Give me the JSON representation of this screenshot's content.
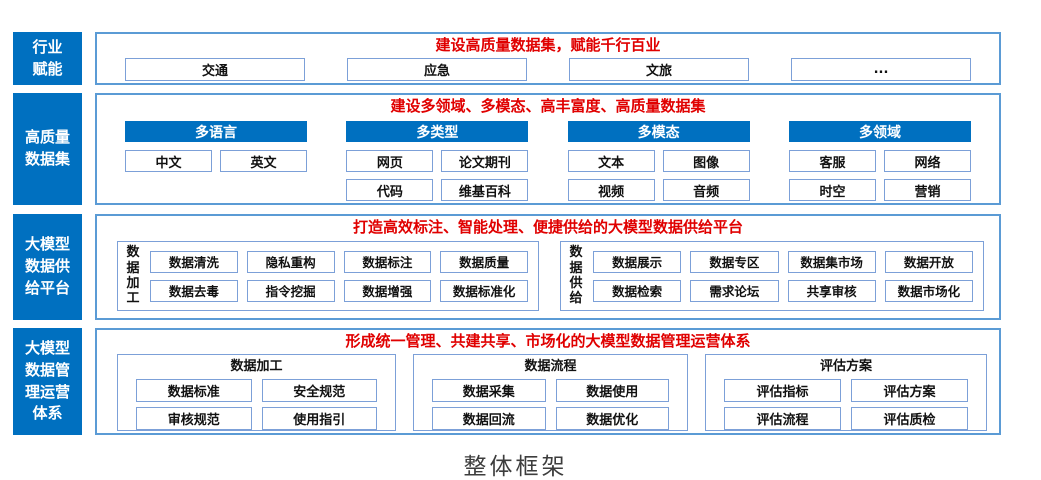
{
  "caption": "整体框架",
  "colors": {
    "blue_fill": "#0070C0",
    "panel_border": "#5B9BD5",
    "item_border": "#7CA0D8",
    "title_red": "#E00000"
  },
  "rows": [
    {
      "label": "行业\n赋能",
      "title": "建设高质量数据集，赋能千行百业",
      "items": [
        "交通",
        "应急",
        "文旅",
        "..."
      ]
    },
    {
      "label": "高质量\n数据集",
      "title": "建设多领域、多模态、高丰富度、高质量数据集",
      "columns": [
        {
          "header": "多语言",
          "items": [
            "中文",
            "英文"
          ]
        },
        {
          "header": "多类型",
          "items": [
            "网页",
            "论文期刊",
            "代码",
            "维基百科"
          ]
        },
        {
          "header": "多模态",
          "items": [
            "文本",
            "图像",
            "视频",
            "音频"
          ]
        },
        {
          "header": "多领域",
          "items": [
            "客服",
            "网络",
            "时空",
            "营销"
          ]
        }
      ]
    },
    {
      "label": "大模型\n数据供\n给平台",
      "title": "打造高效标注、智能处理、便捷供给的大模型数据供给平台",
      "groups": [
        {
          "side_label": "数据加工",
          "items": [
            "数据清洗",
            "隐私重构",
            "数据标注",
            "数据质量",
            "数据去毒",
            "指令挖掘",
            "数据增强",
            "数据标准化"
          ]
        },
        {
          "side_label": "数据供给",
          "items": [
            "数据展示",
            "数据专区",
            "数据集市场",
            "数据开放",
            "数据检索",
            "需求论坛",
            "共享审核",
            "数据市场化"
          ]
        }
      ]
    },
    {
      "label": "大模型\n数据管\n理运营\n体系",
      "title": "形成统一管理、共建共享、市场化的大模型数据管理运营体系",
      "groups": [
        {
          "header": "数据加工",
          "items": [
            "数据标准",
            "安全规范",
            "审核规范",
            "使用指引"
          ]
        },
        {
          "header": "数据流程",
          "items": [
            "数据采集",
            "数据使用",
            "数据回流",
            "数据优化"
          ]
        },
        {
          "header": "评估方案",
          "items": [
            "评估指标",
            "评估方案",
            "评估流程",
            "评估质检"
          ]
        }
      ]
    }
  ]
}
